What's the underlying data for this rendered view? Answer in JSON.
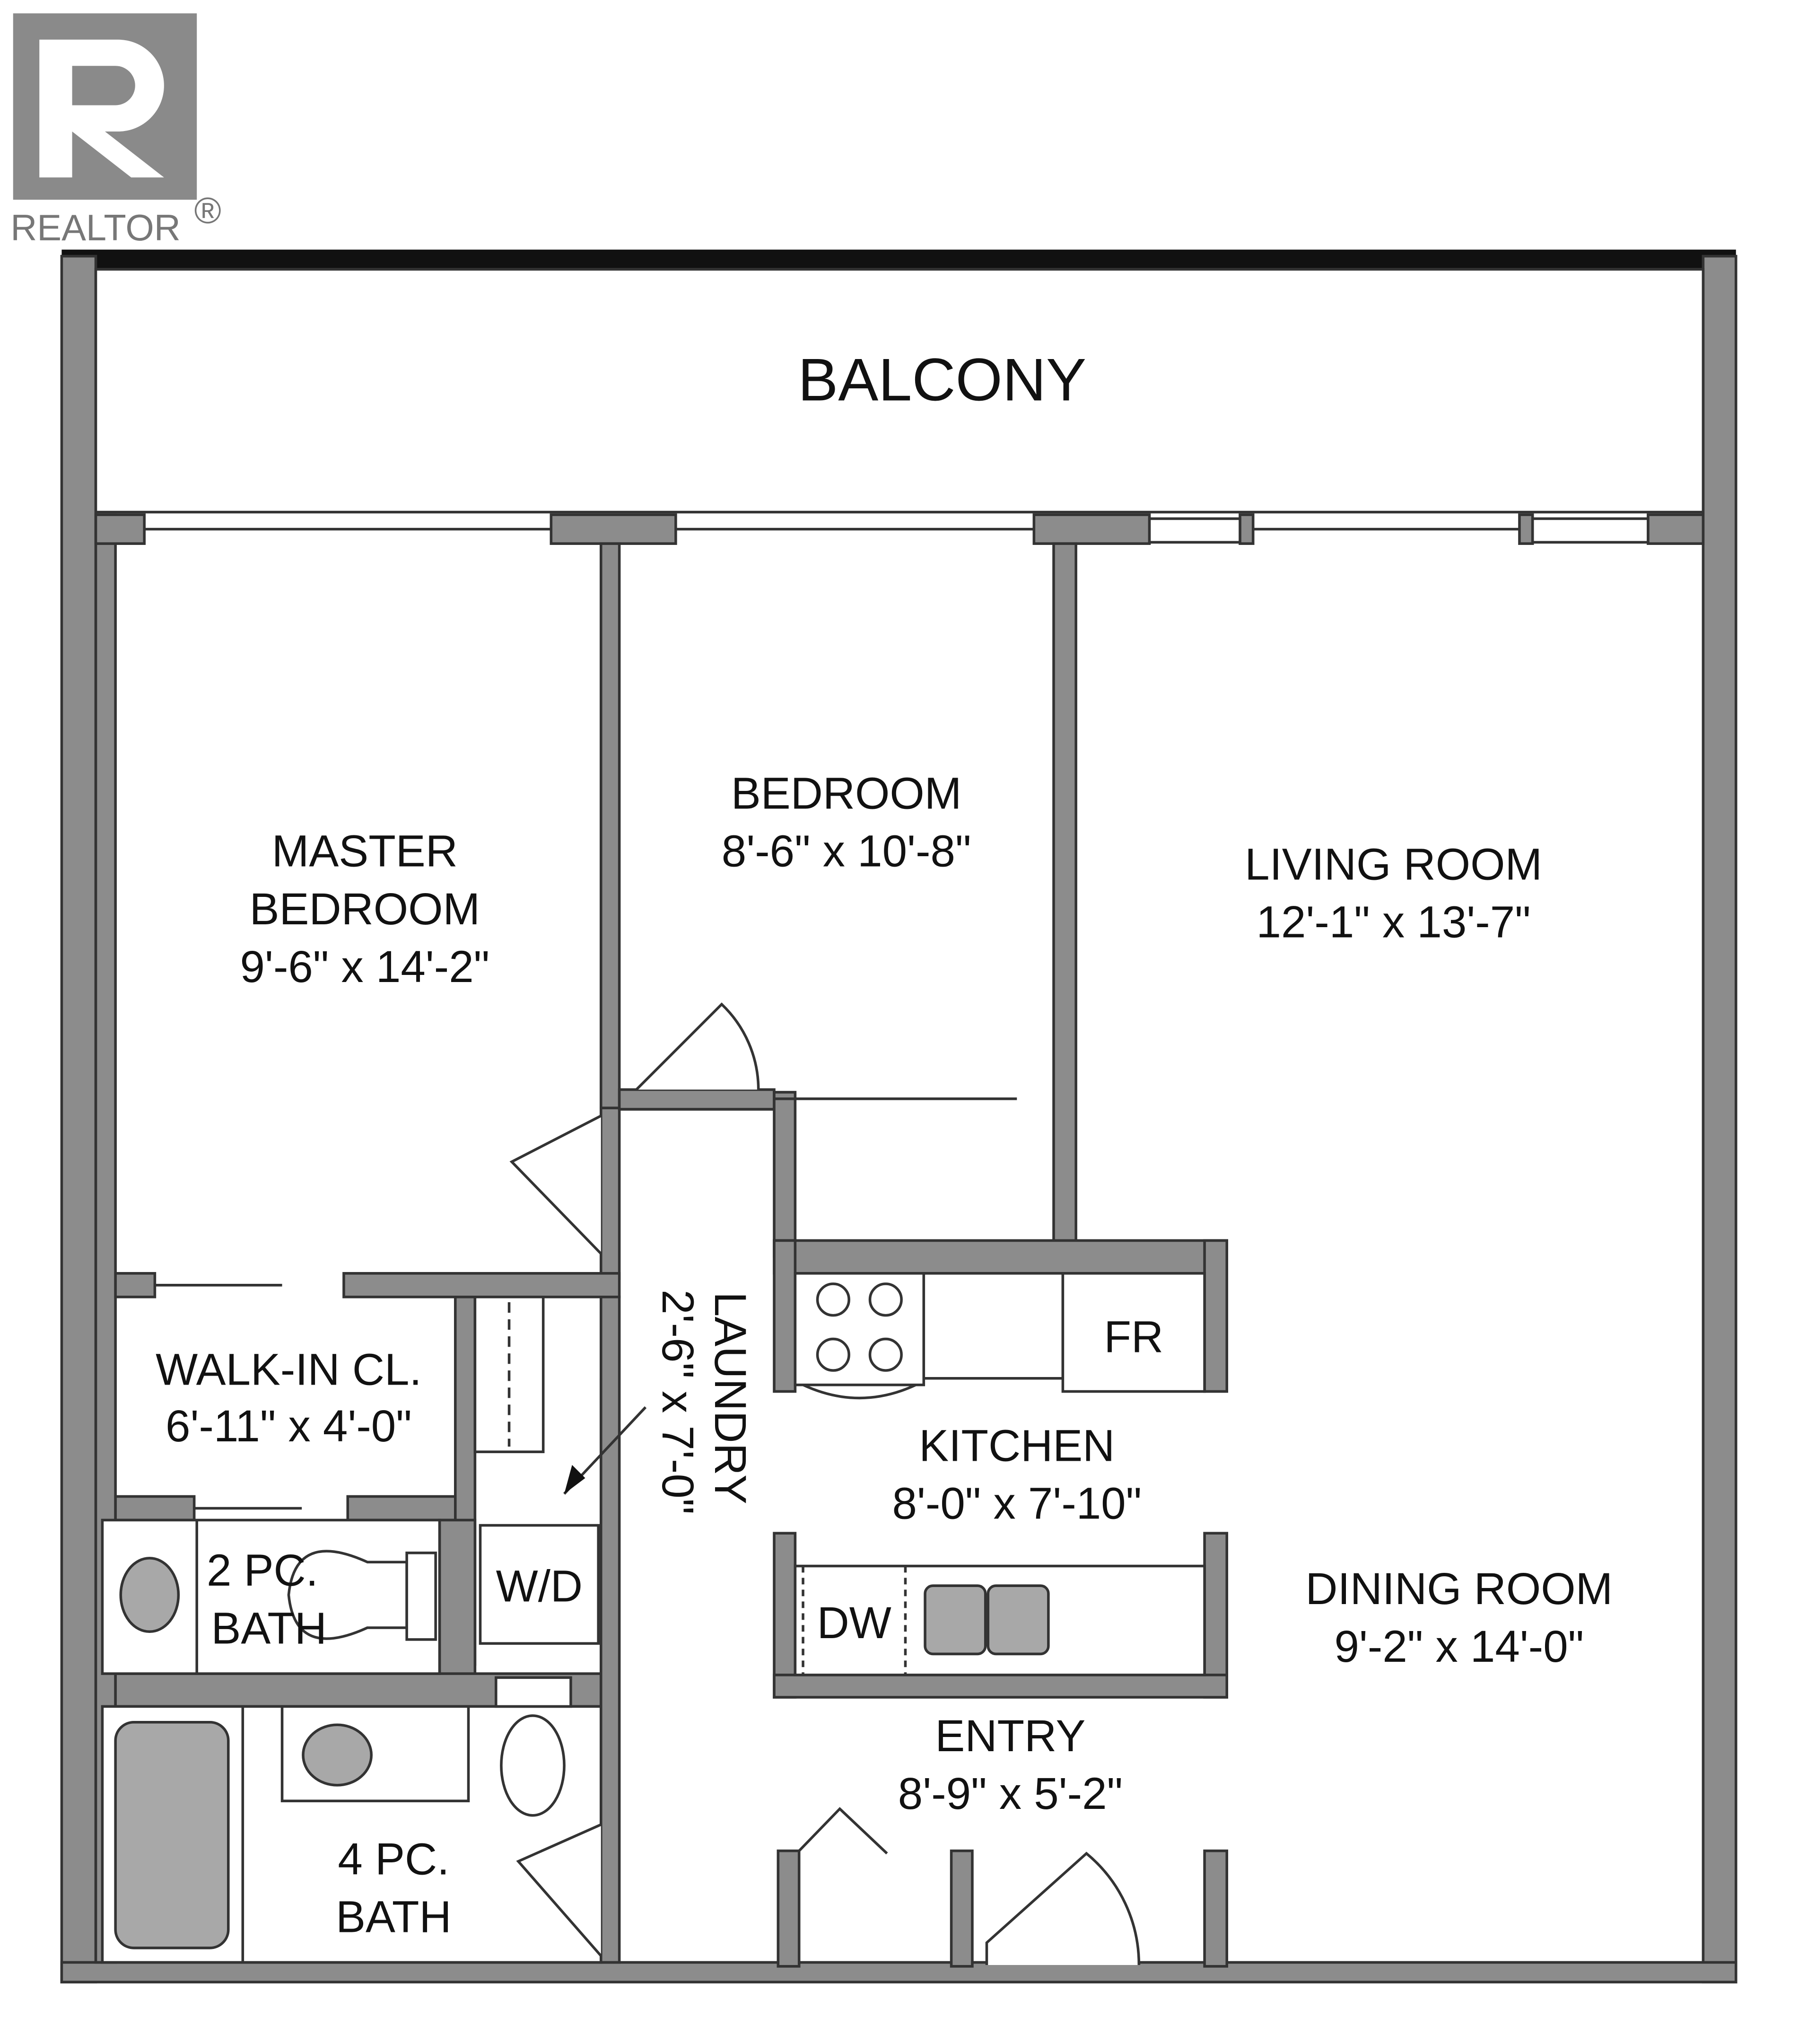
{
  "logo": {
    "text": "REALTOR",
    "mark": "®",
    "color": "#8a8a8a"
  },
  "rooms": {
    "balcony": {
      "name": "BALCONY"
    },
    "master_bedroom": {
      "name_line1": "MASTER",
      "name_line2": "BEDROOM",
      "size": "9'-6\" x 14'-2\""
    },
    "bedroom": {
      "name": "BEDROOM",
      "size": "8'-6\" x 10'-8\""
    },
    "living_room": {
      "name": "LIVING ROOM",
      "size": "12'-1\" x 13'-7\""
    },
    "walk_in_closet": {
      "name": "WALK-IN CL.",
      "size": "6'-11\" x 4'-0\""
    },
    "laundry": {
      "name": "LAUNDRY",
      "size": "2'-6\" x 7'-0\""
    },
    "kitchen": {
      "name": "KITCHEN",
      "size": "8'-0\" x 7'-10\""
    },
    "dining_room": {
      "name": "DINING ROOM",
      "size": "9'-2\" x 14'-0\""
    },
    "two_pc_bath": {
      "name_line1": "2 PC.",
      "name_line2": "BATH"
    },
    "four_pc_bath": {
      "name_line1": "4 PC.",
      "name_line2": "BATH"
    },
    "entry": {
      "name": "ENTRY",
      "size": "8'-9\" x 5'-2\""
    }
  },
  "fixtures": {
    "fridge": "FR",
    "washer_dryer": "W/D",
    "dishwasher": "DW"
  },
  "colors": {
    "wall": "#8c8c8c",
    "outline": "#333333"
  }
}
